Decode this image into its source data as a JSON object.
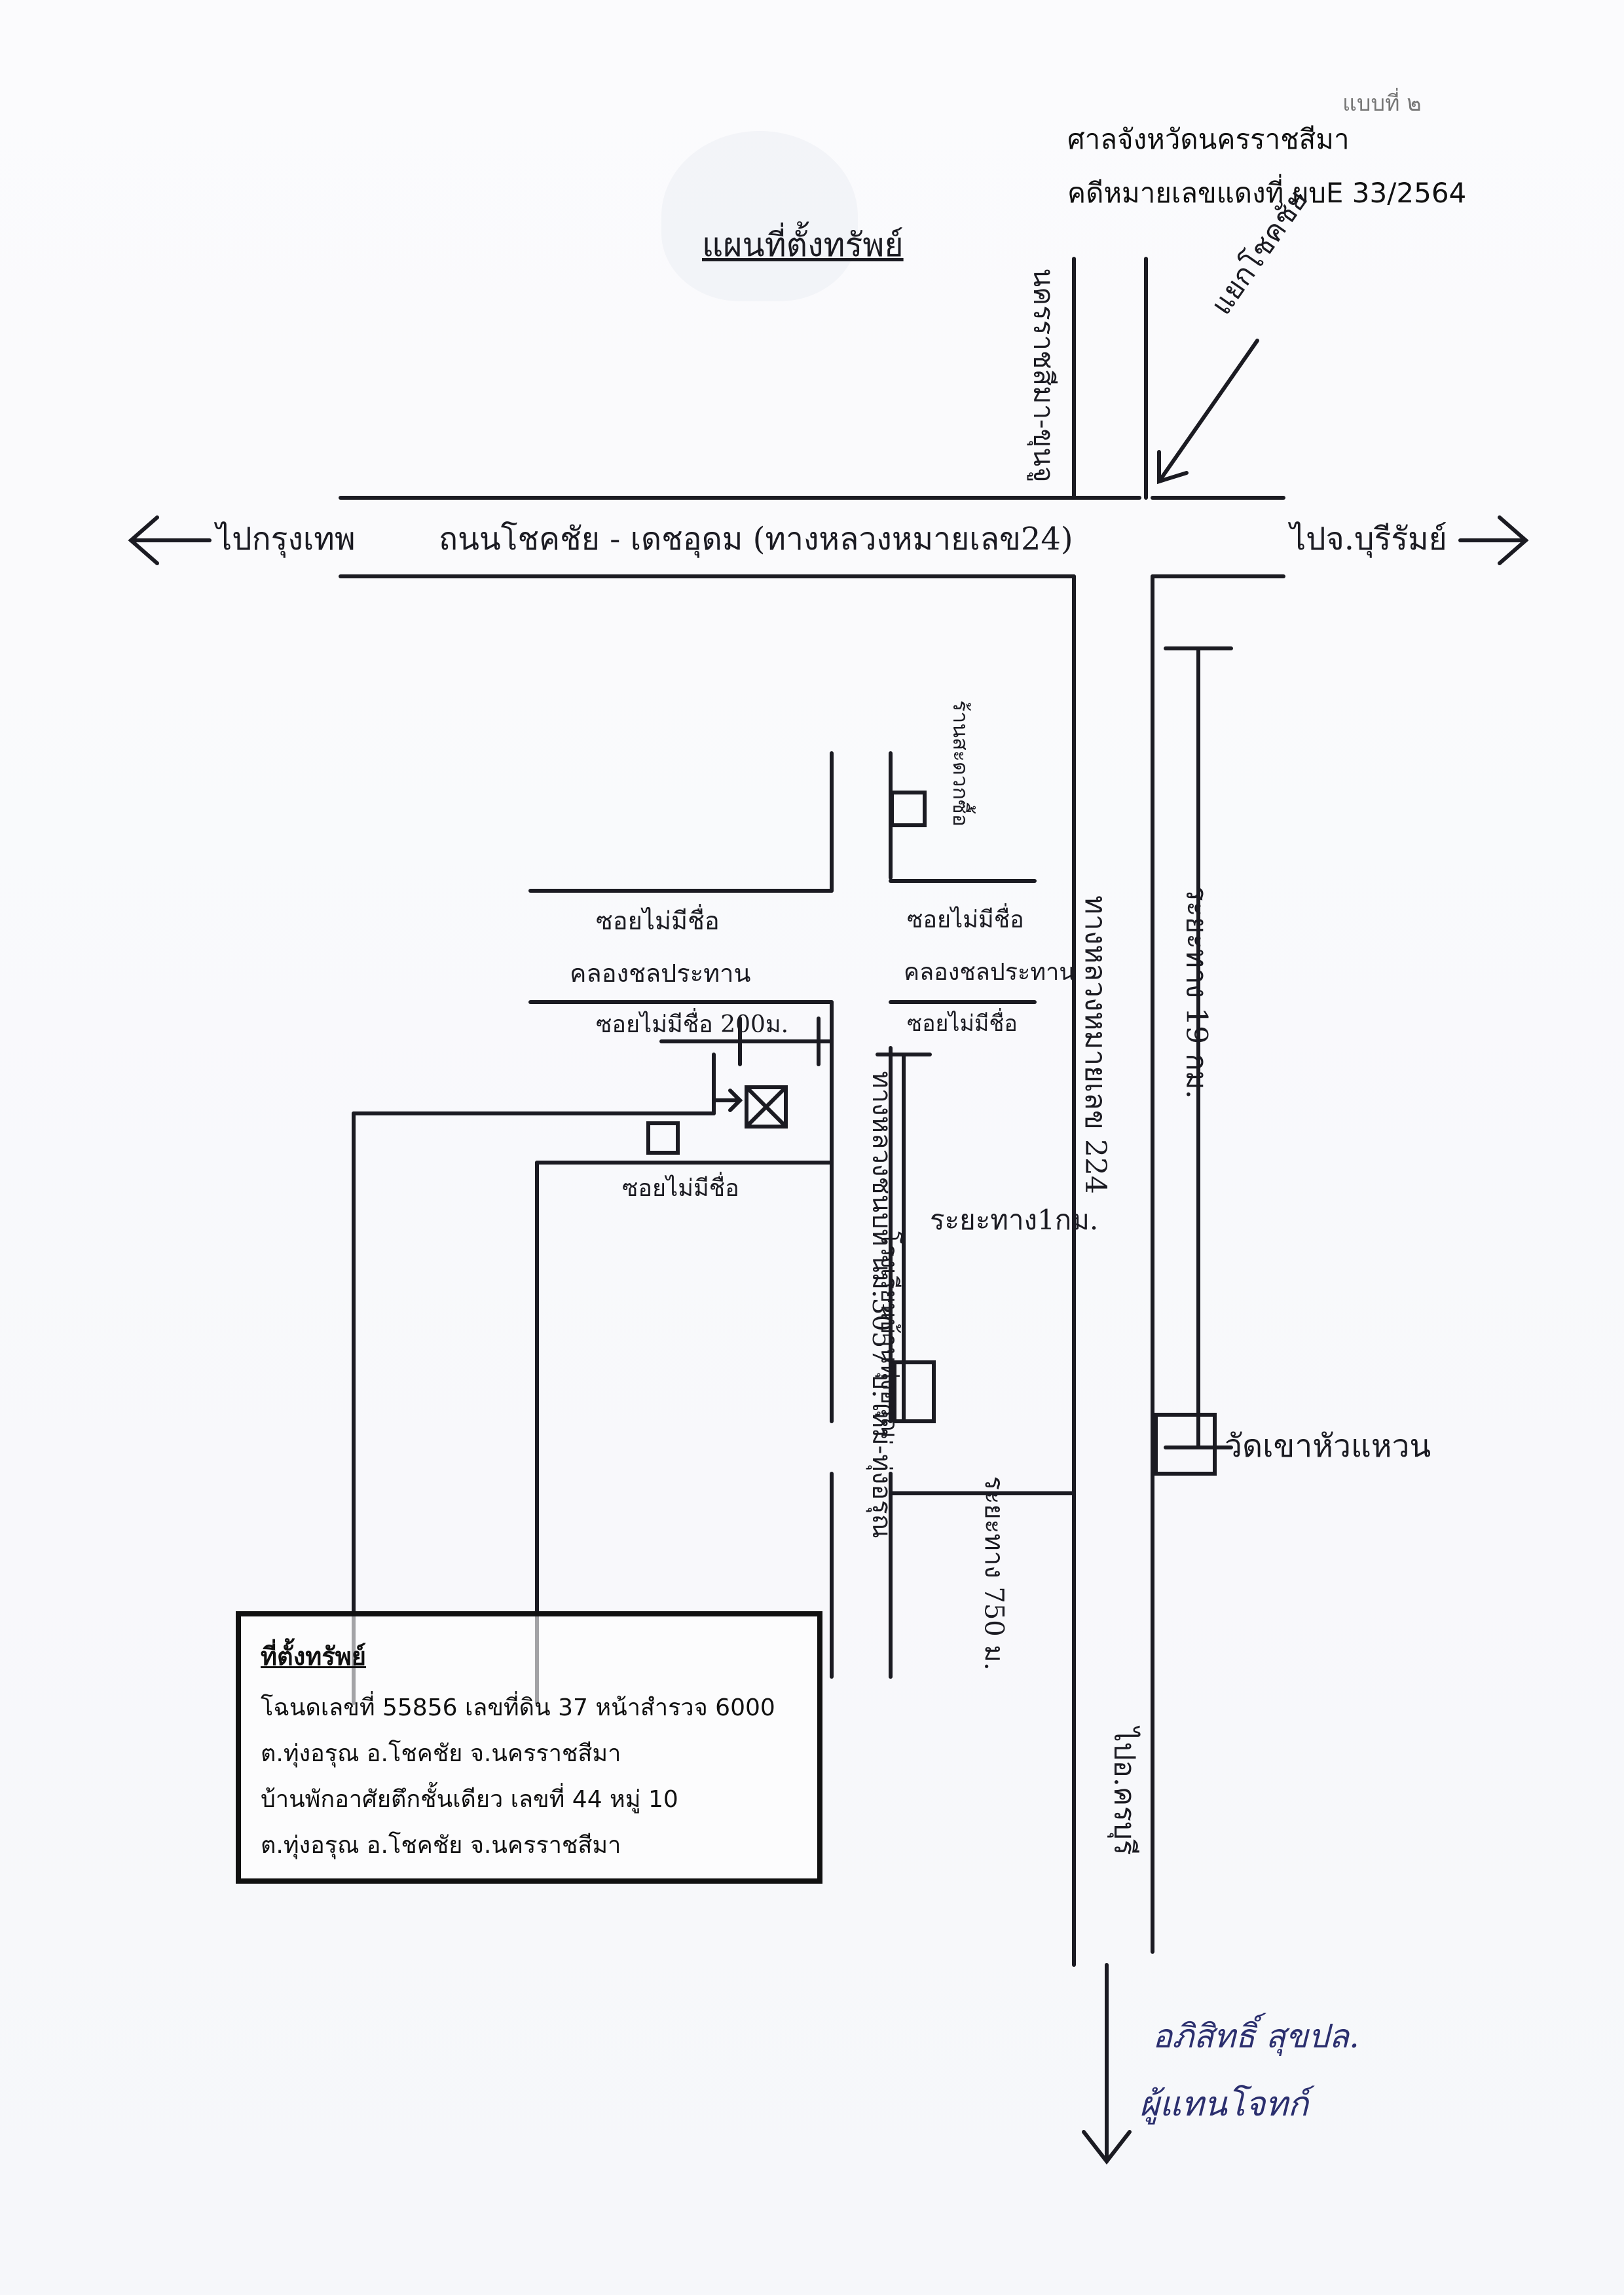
{
  "header": {
    "form_no": "แบบที่ ๒",
    "court": "ศาลจังหวัดนครราชสีมา",
    "case_no": "คดีหมายเลขแดงที่ ผบE 33/2564"
  },
  "map": {
    "title": "แผนที่ตั้งทรัพย์",
    "main_road": "ถนนโชคชัย - เดชอุดม (ทางหลวงหมายเลข24)",
    "to_west": "ไปกรุงเทพ",
    "to_east": "ไปจ.บุรีรัมย์",
    "north_road": "นครราชสีมา-ขุนจู",
    "junction": "แยกโชคชัย",
    "highway_224": "ทางหลวงหมายเลข 224",
    "distance_19km": "ระยะทาง 19 กม.",
    "side_road": "ทางหลวงชนบท นม.3057 บ.ใหม่-ทุ่งอรุณ",
    "soi_no_name": "ซอยไม่มีชื่อ",
    "canal": "คลองชลประทาน",
    "soi_200m": "ซอยไม่มีชื่อ 200ม.",
    "distance_1km": "ระยะทาง1กม.",
    "distance_750m": "ระยะทาง 750 ม.",
    "school": "โรงเรียนบ้านทุ่งอรุณ",
    "convenience_store": "ร้านสะดวกซื้อ",
    "temple": "วัดเขาหัวแหวน",
    "to_chok_chai": "ไปอ.ครบุรี"
  },
  "property_box": {
    "heading": "ที่ตั้งทรัพย์",
    "line1": "โฉนดเลขที่ 55856 เลขที่ดิน 37 หน้าสำรวจ 6000",
    "line2": "ต.ทุ่งอรุณ อ.โชคชัย จ.นครราชสีมา",
    "line3": "บ้านพักอาศัยตึกชั้นเดียว เลขที่ 44 หมู่ 10",
    "line4": "ต.ทุ่งอรุณ อ.โชคชัย จ.นครราชสีมา"
  },
  "signature": {
    "name": "อภิสิทธิ์ สุขปล.",
    "role": "ผู้แทนโจทก์"
  }
}
